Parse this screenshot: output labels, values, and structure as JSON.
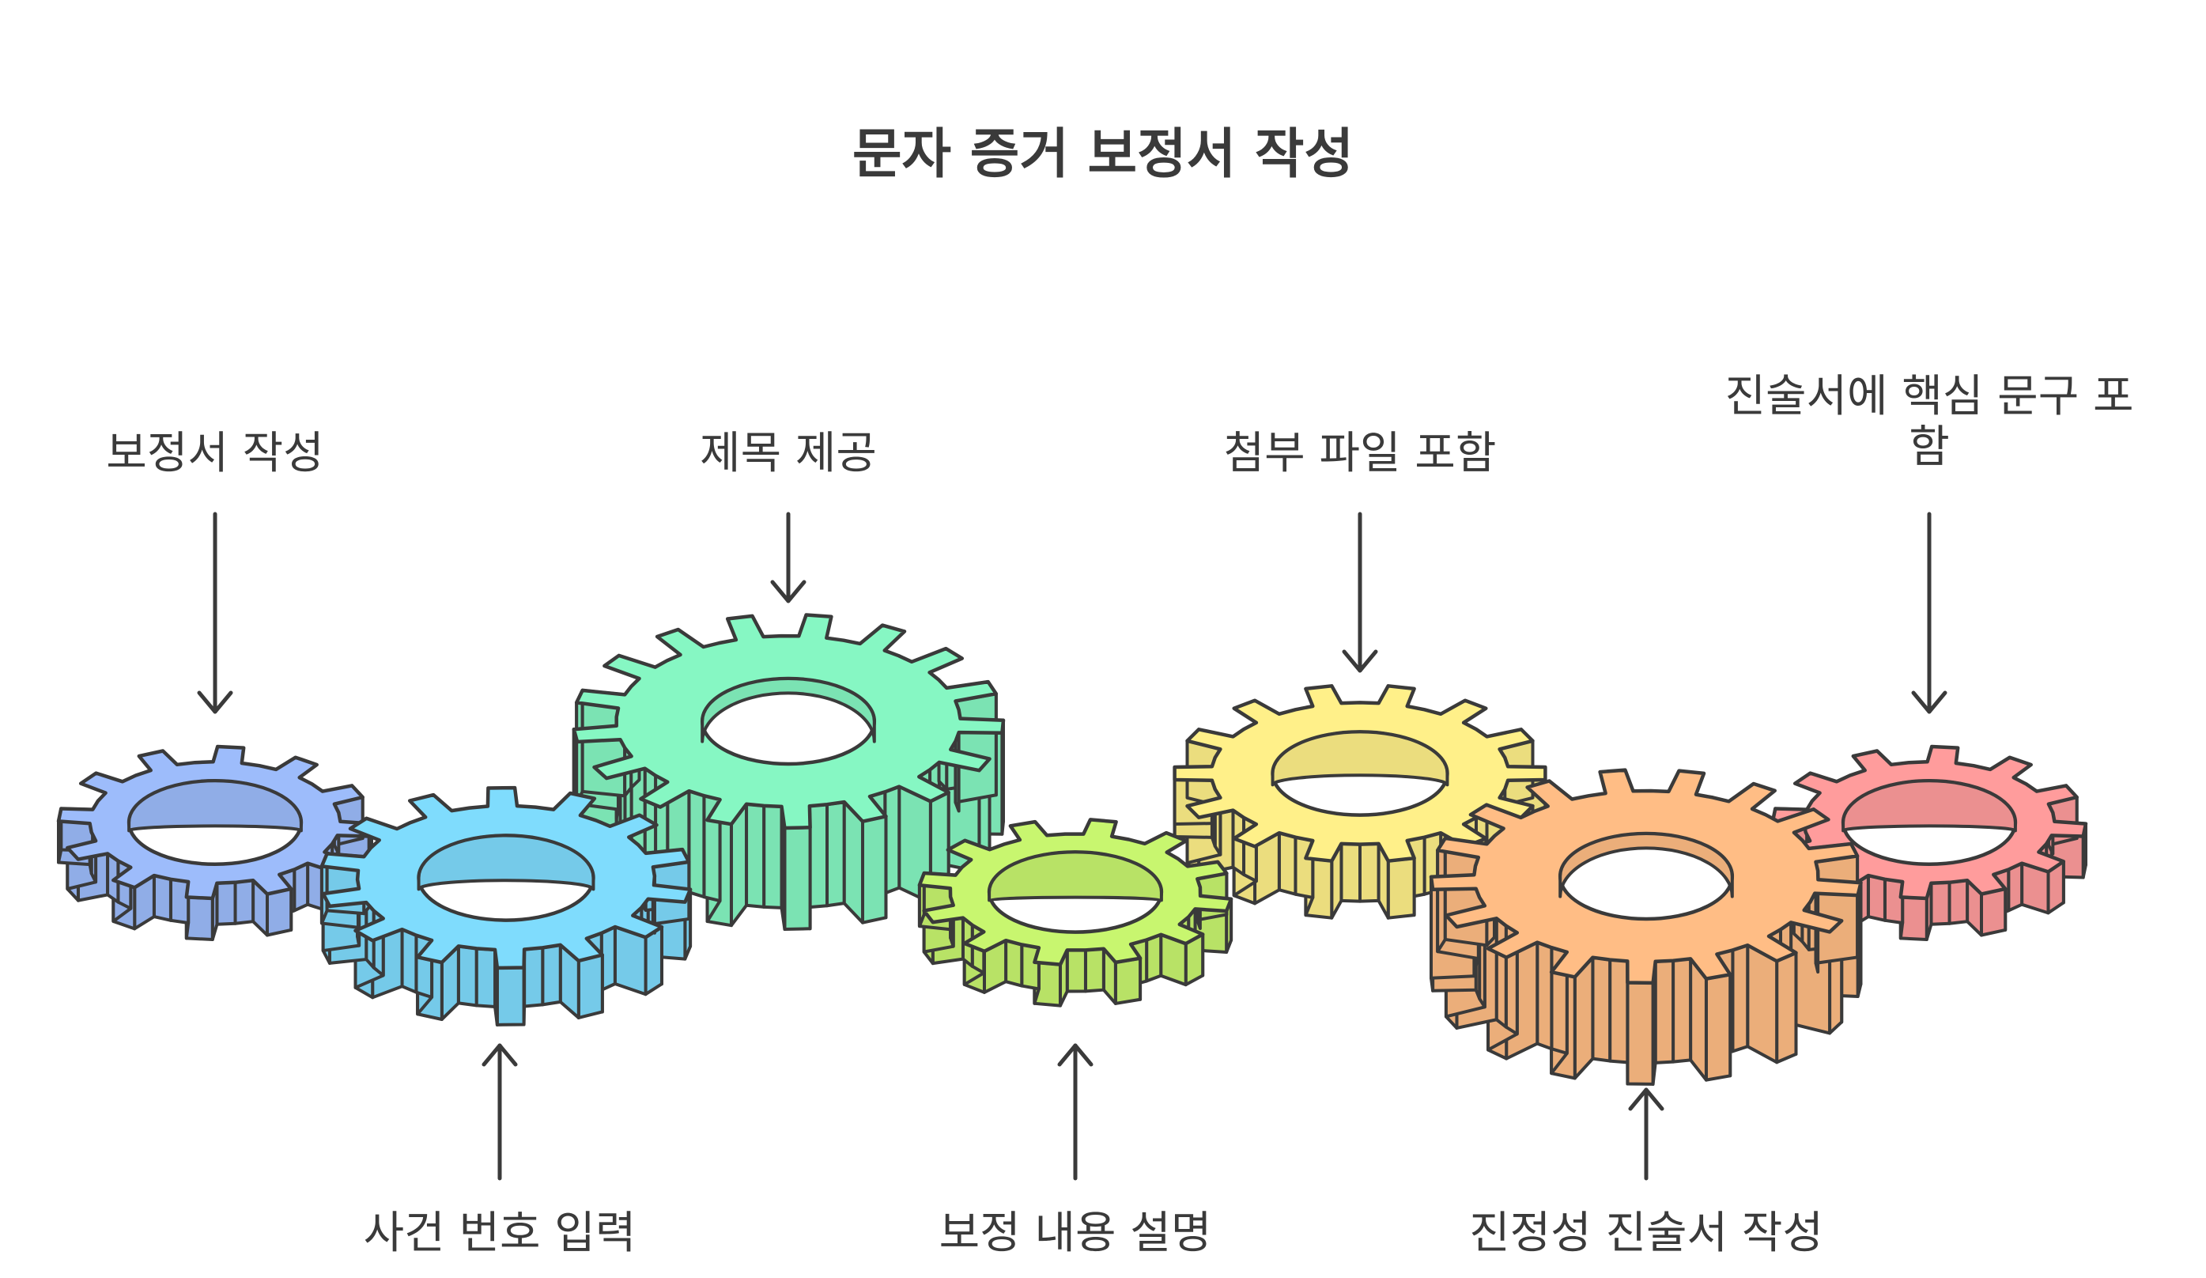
{
  "title": "문자 증거 보정서 작성",
  "steps": [
    {
      "label_lines": [
        "보정서 작성"
      ],
      "color": "#9dbcfb",
      "position": "top"
    },
    {
      "label_lines": [
        "사건 번호 입력"
      ],
      "color": "#7fdcfd",
      "position": "bottom"
    },
    {
      "label_lines": [
        "제목 제공"
      ],
      "color": "#86f7c3",
      "position": "top"
    },
    {
      "label_lines": [
        "보정 내용 설명"
      ],
      "color": "#c8f66f",
      "position": "bottom"
    },
    {
      "label_lines": [
        "첨부 파일 포함"
      ],
      "color": "#fff089",
      "position": "top"
    },
    {
      "label_lines": [
        "진정성 진술서 작성"
      ],
      "color": "#ffbd85",
      "position": "bottom"
    },
    {
      "label_lines": [
        "진술서에 핵심 문구 포",
        "함"
      ],
      "color": "#ff9c9c",
      "position": "top"
    }
  ],
  "colors": {
    "outline": "#3a3a3a",
    "text": "#3a3a3a",
    "background": "#ffffff"
  }
}
